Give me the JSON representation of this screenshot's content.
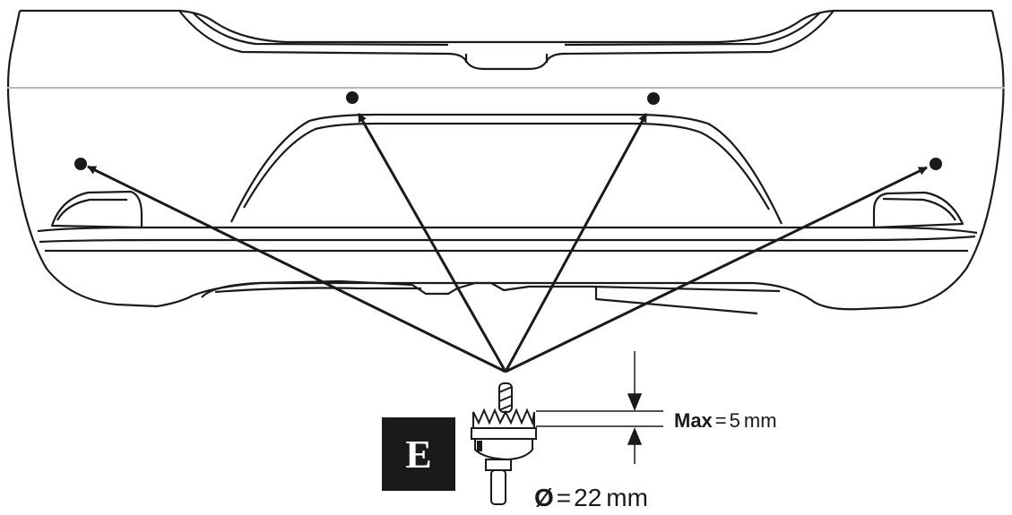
{
  "step_badge": {
    "letter": "E"
  },
  "depth_spec": {
    "label": "Max",
    "equals": "=",
    "value": "5",
    "unit": "mm"
  },
  "diameter_spec": {
    "symbol": "Ø",
    "equals": "=",
    "value": "22",
    "unit": "mm"
  },
  "drill_points": {
    "count": 4
  },
  "colors": {
    "line": "#1a1a1a",
    "divider": "#b8b8b8",
    "badge_bg": "#1a1a1a",
    "badge_text": "#ffffff"
  }
}
